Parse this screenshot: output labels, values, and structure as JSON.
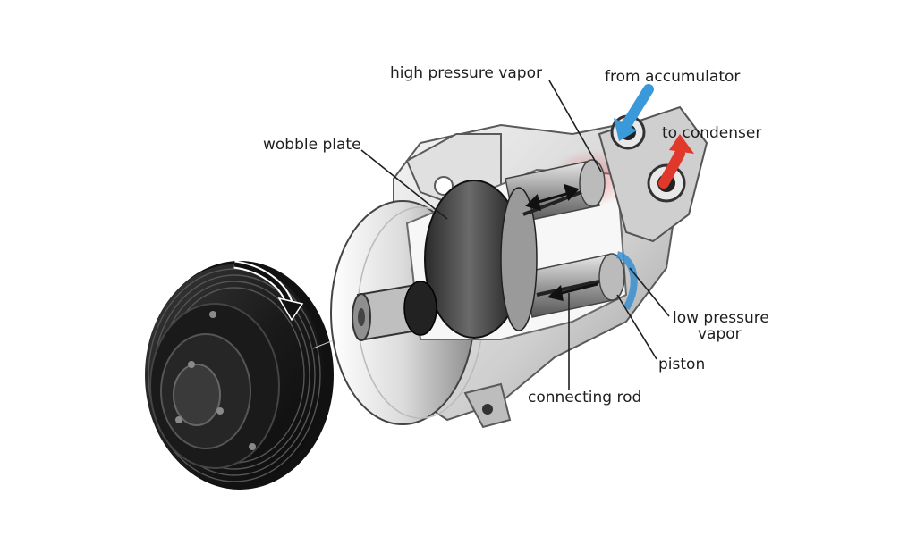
{
  "labels": {
    "high_pressure_vapor": "high pressure vapor",
    "from_accumulator": "from accumulator",
    "to_condenser": "to condenser",
    "wobble_plate": "wobble plate",
    "low_pressure_vapor_line1": "low pressure",
    "low_pressure_vapor_line2": "vapor",
    "piston": "piston",
    "connecting_rod": "connecting rod"
  },
  "colors": {
    "inlet_arrow": "#3a9ad9",
    "outlet_arrow": "#e0382a",
    "low_pressure_highlight": "#3a8fd0",
    "high_pressure_highlight": "#e45a5a",
    "leader_line": "#1e1e1e"
  }
}
